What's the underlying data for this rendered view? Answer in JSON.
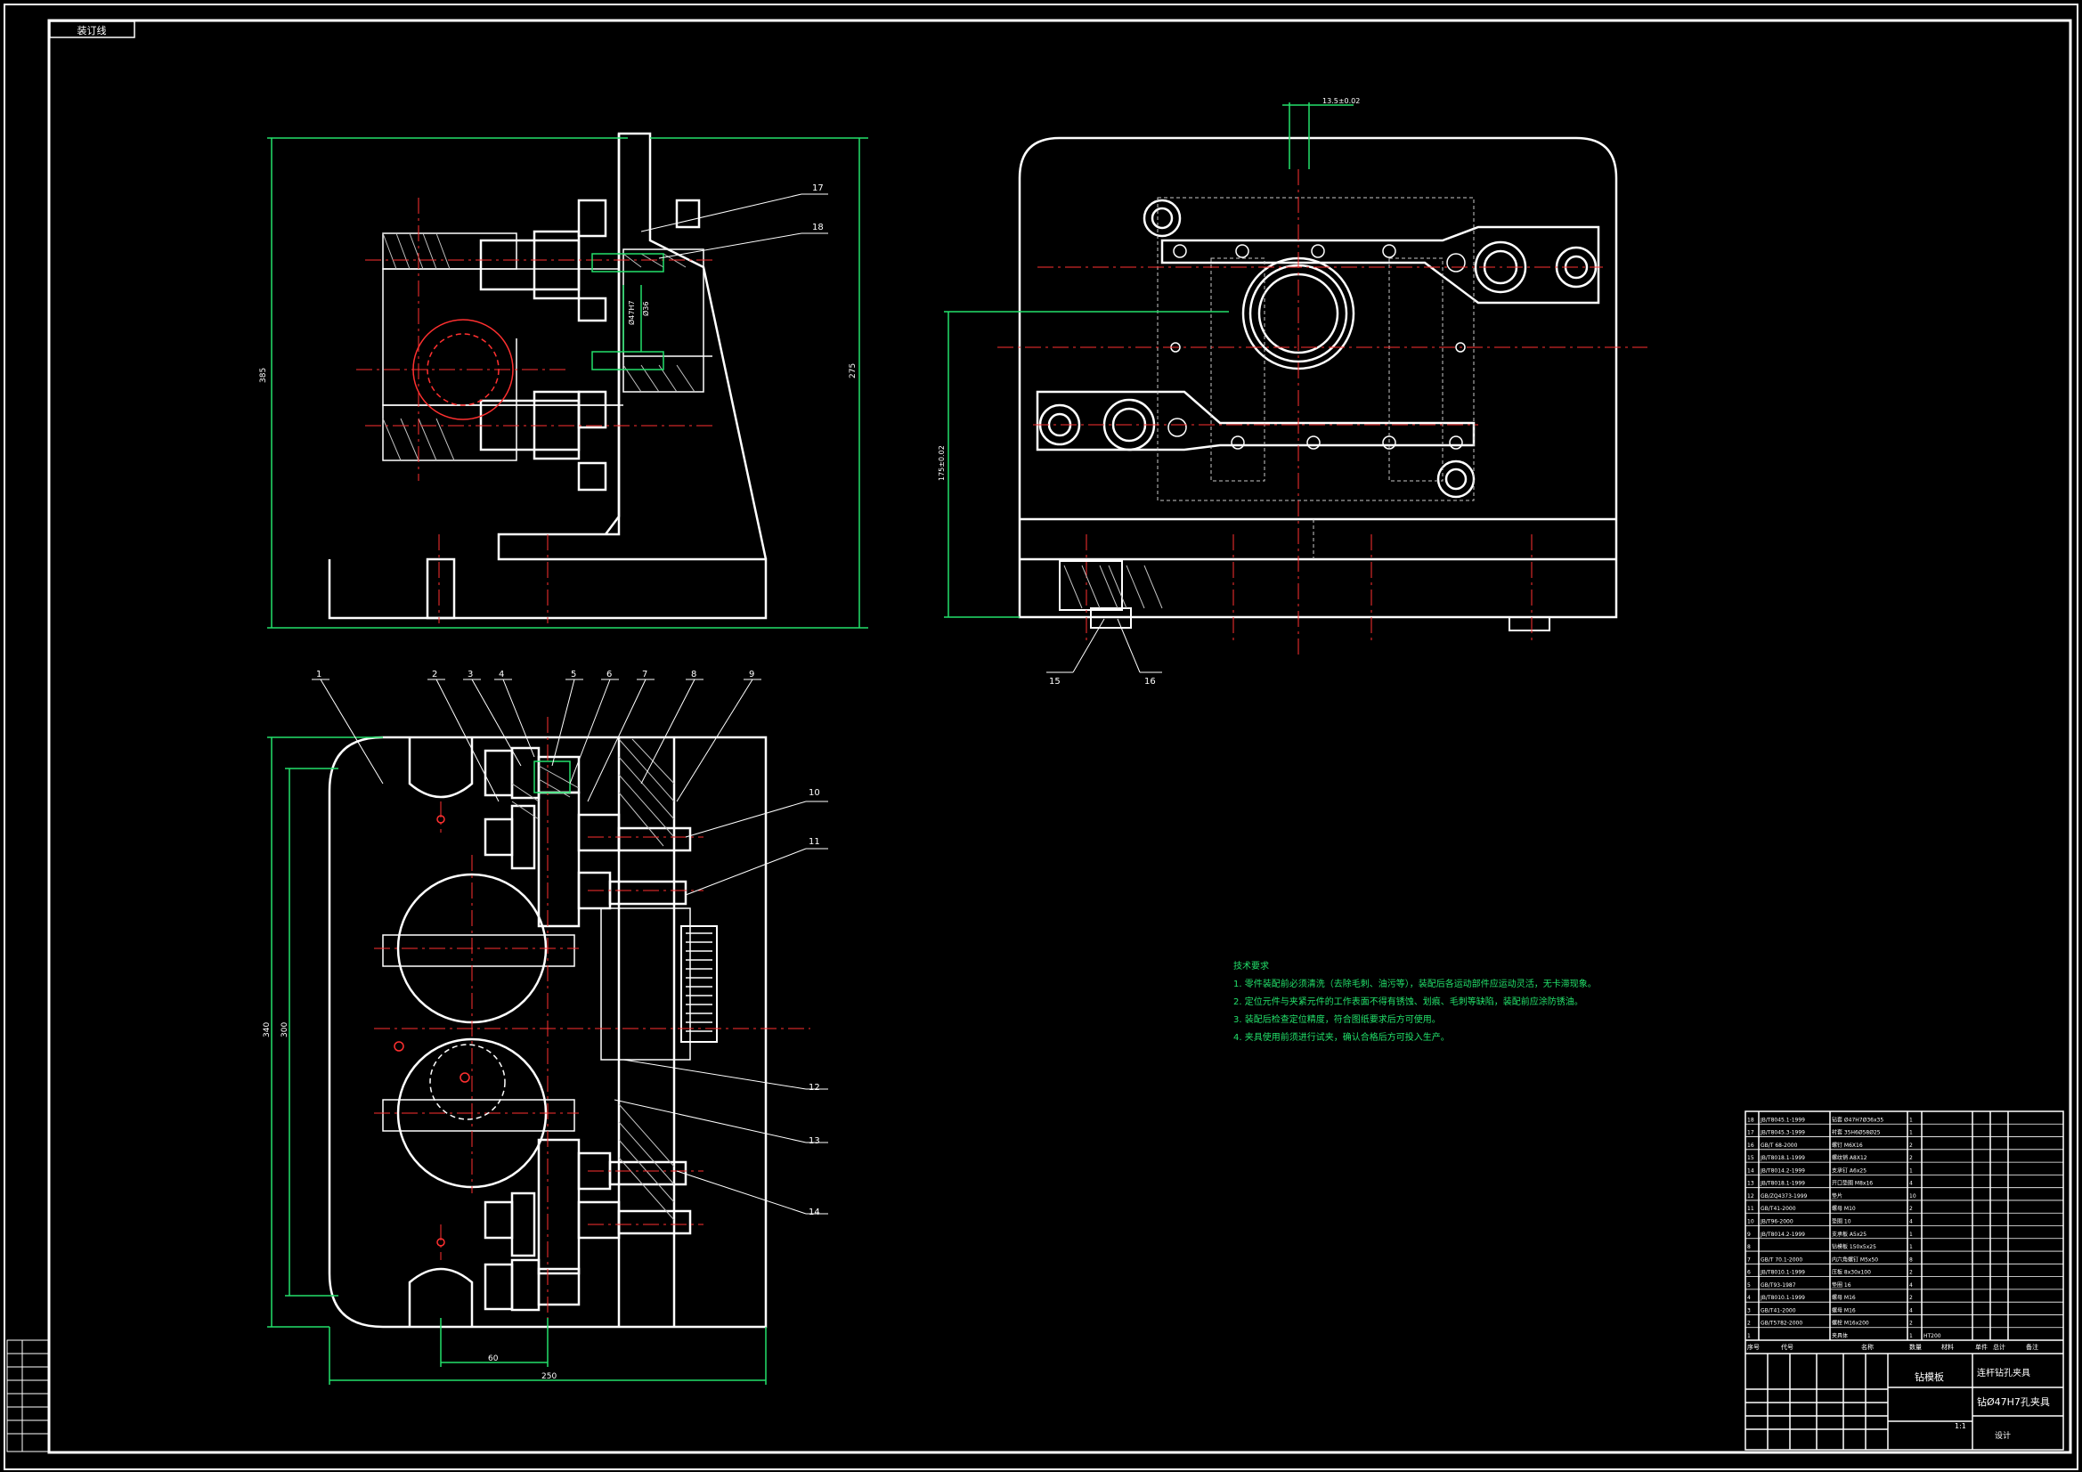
{
  "corner_tag": "装订线",
  "view_top_left": {
    "dim_height": "385",
    "dim_right": "275",
    "dim_bore": "Ø47H7",
    "dim_b": "Ø36"
  },
  "view_top_right": {
    "dim_top": "13.5±0.02",
    "dim_left": "175±0.02"
  },
  "view_bottom": {
    "dim_h1": "340",
    "dim_h2": "300",
    "dim_w": "250",
    "dim_60": "60"
  },
  "balloons": [
    "1",
    "2",
    "3",
    "4",
    "5",
    "6",
    "7",
    "8",
    "9",
    "10",
    "11",
    "12",
    "13",
    "14",
    "15",
    "16",
    "17",
    "18"
  ],
  "notes": {
    "title": "技术要求",
    "lines": [
      "1. 零件装配前必须清洗（去除毛刺、油污等），装配后各运动部件应运动灵活，无卡滞现象。",
      "2. 定位元件与夹紧元件的工作表面不得有锈蚀、划痕、毛刺等缺陷，装配前应涂防锈油。",
      "3. 装配后检查定位精度，符合图纸要求后方可使用。",
      "4. 夹具使用前须进行试夹，确认合格后方可投入生产。"
    ]
  },
  "bom": {
    "rows": [
      [
        "18",
        "JB/T8045.1-1999",
        "钻套 Ø47H7Ø36x35",
        "1",
        "",
        "",
        "",
        ""
      ],
      [
        "17",
        "JB/T8045.3-1999",
        "衬套 35H6Ø58Ø25",
        "1",
        "",
        "",
        "",
        ""
      ],
      [
        "16",
        "GB/T 68-2000",
        "螺钉 M6X16",
        "2",
        "",
        "",
        "",
        ""
      ],
      [
        "15",
        "JB/T8018.1-1999",
        "螺纹销 A8X12",
        "2",
        "",
        "",
        "",
        ""
      ],
      [
        "14",
        "JB/T8014.2-1999",
        "支承钉 A6x25",
        "1",
        "",
        "",
        "",
        ""
      ],
      [
        "13",
        "JB/T8018.1-1999",
        "开口垫圈 M8x16",
        "4",
        "",
        "",
        "",
        ""
      ],
      [
        "12",
        "GB/ZQ4373-1999",
        "垫片",
        "10",
        "",
        "",
        "",
        ""
      ],
      [
        "11",
        "GB/T41-2000",
        "螺母 M10",
        "2",
        "",
        "",
        "",
        ""
      ],
      [
        "10",
        "JB/T96-2000",
        "垫圈 10",
        "4",
        "",
        "",
        "",
        ""
      ],
      [
        "9",
        "JB/T8014.2-1999",
        "支承板 A5x25",
        "1",
        "",
        "",
        "",
        ""
      ],
      [
        "8",
        "",
        "钻模板 150x5x25",
        "1",
        "",
        "",
        "",
        ""
      ],
      [
        "7",
        "GB/T 70.1-2000",
        "内六角螺钉 M5x50",
        "8",
        "",
        "",
        "",
        ""
      ],
      [
        "6",
        "JB/T8010.1-1999",
        "压板 8x30x100",
        "2",
        "",
        "",
        "",
        ""
      ],
      [
        "5",
        "GB/T93-1987",
        "垫圈 16",
        "4",
        "",
        "",
        "",
        ""
      ],
      [
        "4",
        "JB/T8010.1-1999",
        "螺母 M16",
        "2",
        "",
        "",
        "",
        ""
      ],
      [
        "3",
        "GB/T41-2000",
        "螺母 M16",
        "4",
        "",
        "",
        "",
        ""
      ],
      [
        "2",
        "GB/T5782-2000",
        "螺栓 M16x200",
        "2",
        "",
        "",
        "",
        ""
      ],
      [
        "1",
        "",
        "夹具体",
        "1",
        "HT200",
        "",
        "",
        ""
      ]
    ],
    "header": [
      "序号",
      "代号",
      "名称",
      "数量",
      "材料",
      "单件",
      "总计",
      "备注"
    ]
  },
  "title_block": {
    "drawing_name": "钻模板",
    "part_name": "连杆钻孔夹具",
    "spec": "钻Ø47H7孔夹具",
    "scale": "1:1",
    "designer": "设计"
  },
  "left_block": {
    "rows": [
      "",
      "",
      "",
      "",
      ""
    ]
  }
}
